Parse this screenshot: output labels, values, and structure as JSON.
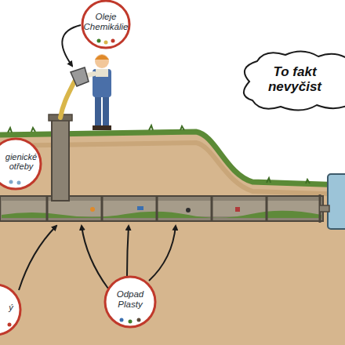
{
  "diagram": {
    "nodes": [
      {
        "text": [
          "Oleje Chemikálie"
        ]
      },
      {
        "text": [
          "To fakt nevyčist"
        ]
      },
      {
        "text": [
          "gienické otřeby"
        ]
      },
      {
        "text": [
          "ý"
        ]
      },
      {
        "text": [
          "Odpad Plasty"
        ]
      }
    ]
  }
}
